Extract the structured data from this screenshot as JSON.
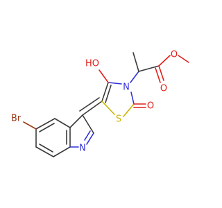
{
  "molecule": {
    "atoms": [
      {
        "id": "br",
        "label": "Br",
        "element": "Br"
      },
      {
        "id": "ho",
        "label": "HO",
        "element": "O"
      },
      {
        "id": "n_thz",
        "label": "N",
        "element": "N"
      },
      {
        "id": "o_ketone",
        "label": "O",
        "element": "O"
      },
      {
        "id": "o_ester_single",
        "label": "O",
        "element": "O"
      },
      {
        "id": "o_ester_double",
        "label": "O",
        "element": "O"
      },
      {
        "id": "s",
        "label": "S",
        "element": "S"
      },
      {
        "id": "n_indole",
        "label": "N",
        "element": "N"
      }
    ],
    "colors": {
      "carbon": "#3a3a3a",
      "oxygen": "#e0201b",
      "nitrogen": "#3030d8",
      "sulfur": "#c9b400",
      "bromine": "#9a3a1a"
    }
  }
}
